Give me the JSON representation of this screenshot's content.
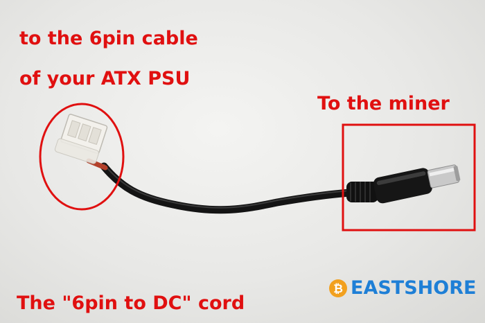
{
  "labels": {
    "psu_line1": "to the 6pin cable",
    "psu_line2": "of your ATX PSU",
    "miner": "To the miner",
    "caption": "The \"6pin to DC\" cord"
  },
  "brand": {
    "name": "EASTSHORE",
    "icon": "bitcoin-icon",
    "color": "#1e7fd6",
    "icon_color": "#f2a01e"
  },
  "annotation_color": "#e01010"
}
